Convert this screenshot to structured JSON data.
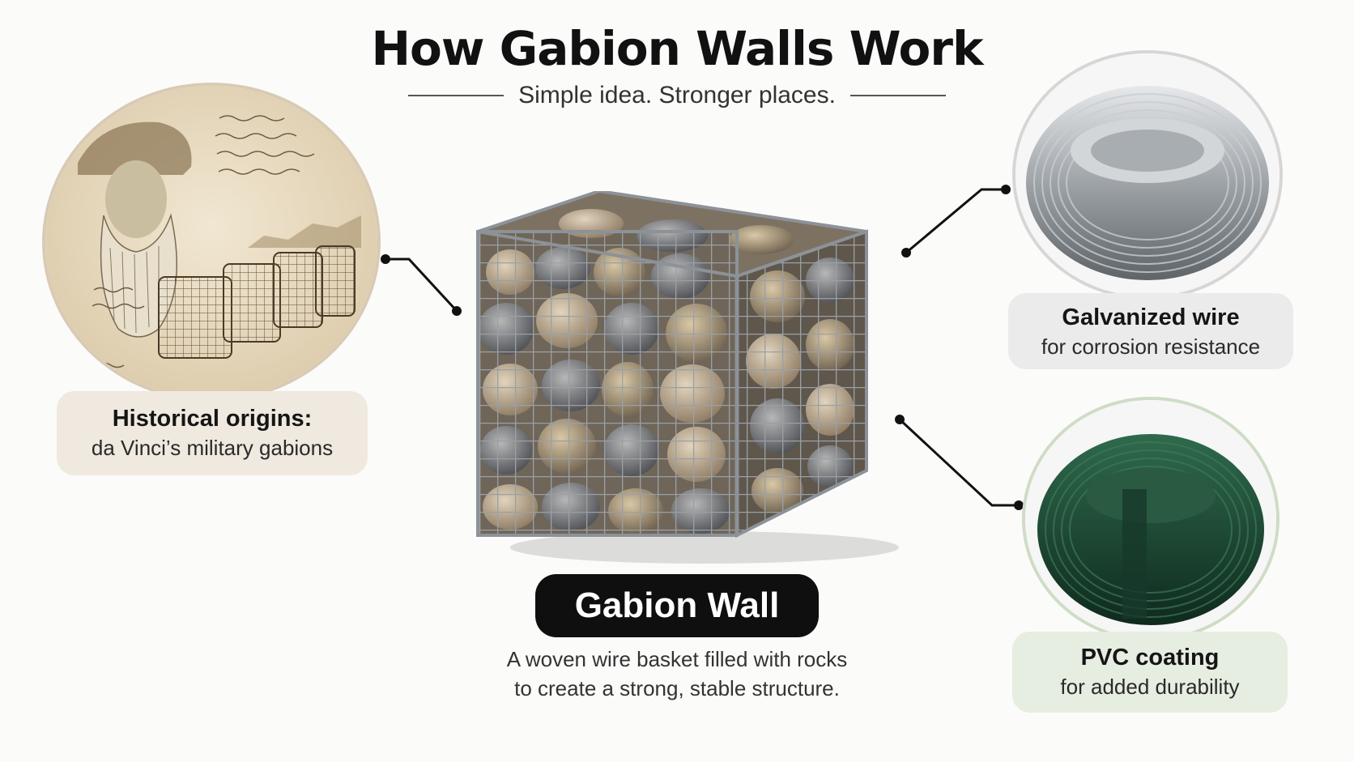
{
  "header": {
    "title": "How Gabion Walls Work",
    "subtitle": "Simple idea. Stronger places."
  },
  "center": {
    "label": "Gabion Wall",
    "description_line1": "A woven wire basket filled with rocks",
    "description_line2": "to create a strong, stable structure."
  },
  "callouts": [
    {
      "id": "history",
      "title": "Historical origins:",
      "text": "da Vinci’s military gabions",
      "bg": "#efe9df"
    },
    {
      "id": "galvanized",
      "title": "Galvanized wire",
      "text": "for corrosion resistance",
      "bg": "#ebebeb"
    },
    {
      "id": "pvc",
      "title": "PVC coating",
      "text": "for added durability",
      "bg": "#e6ede1"
    }
  ],
  "colors": {
    "sepia_ring": "#d9cab4",
    "steel_ring": "#d6d6d6",
    "green_ring": "#cfdcc6",
    "pvc_green": "#1f4a35",
    "connector": "#111111"
  }
}
